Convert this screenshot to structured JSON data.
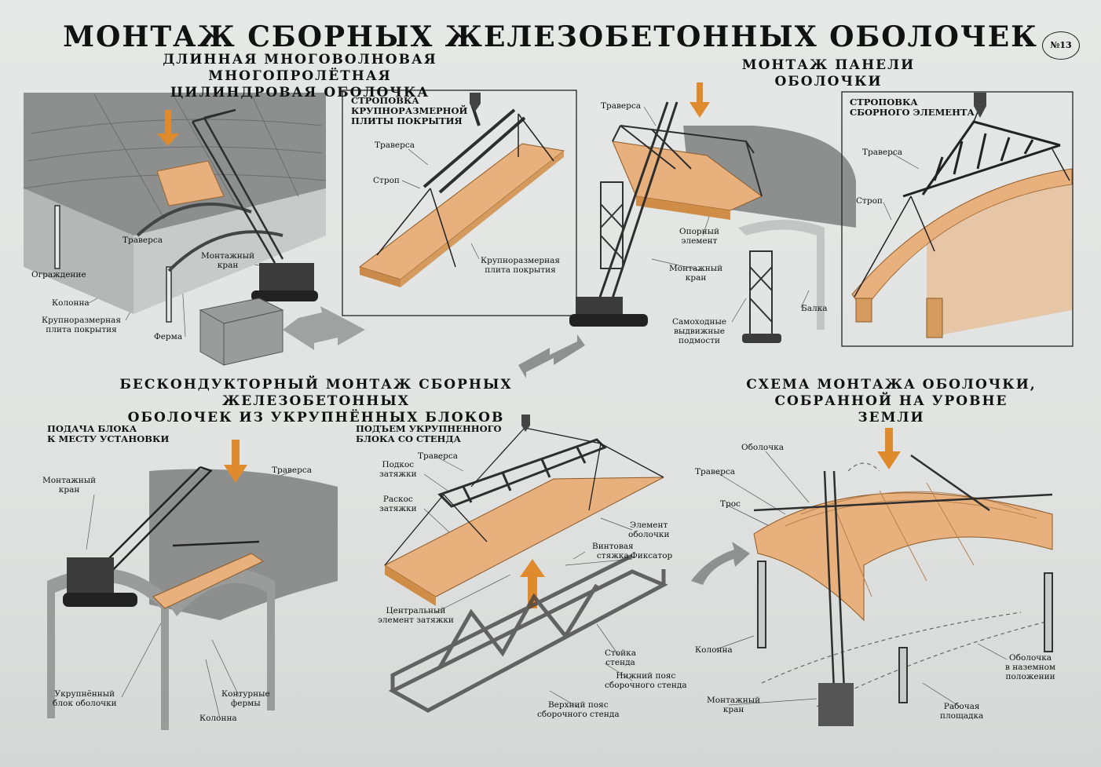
{
  "title": "МОНТАЖ СБОРНЫХ ЖЕЛЕЗОБЕТОННЫХ ОБОЛОЧЕК",
  "badge": "№13",
  "colors": {
    "orange": "#e8b07c",
    "orange_dark": "#d98a3a",
    "arrow": "#e08a2e",
    "steel": "#2e2e2e",
    "roof": "#8d8f8e"
  },
  "sections": {
    "long_shell": {
      "heading": "ДЛИННАЯ МНОГОВОЛНОВАЯ МНОГОПРОЛЁТНАЯ\nЦИЛИНДРОВАЯ ОБОЛОЧКА"
    },
    "panel": {
      "heading": "МОНТАЖ ПАНЕЛИ ОБОЛОЧКИ"
    },
    "blocks": {
      "heading": "БЕСКОНДУКТОРНЫЙ МОНТАЖ СБОРНЫХ ЖЕЛЕЗОБЕТОННЫХ\nОБОЛОЧЕК ИЗ УКРУПНЁННЫХ БЛОКОВ"
    },
    "ground": {
      "heading": "СХЕМА МОНТАЖА ОБОЛОЧКИ,\nСОБРАННОЙ НА УРОВНЕ ЗЕМЛИ"
    }
  },
  "subheadings": {
    "slinging_slab": "СТРОПОВКА\nКРУПНОРАЗМЕРНОЙ\nПЛИТЫ ПОКРЫТИЯ",
    "slinging_element": "СТРОПОВКА\nСБОРНОГО ЭЛЕМЕНТА",
    "block_delivery": "ПОДАЧА БЛОКА\nК МЕСТУ УСТАНОВКИ",
    "block_lift": "ПОДЪЕМ УКРУПНЕННОГО\nБЛОКА СО СТЕНДА"
  },
  "labels": {
    "traversa_1": "Траверса",
    "crane_1": "Монтажный\nкран",
    "fence": "Ограждение",
    "column_1": "Колонна",
    "slab_1": "Крупноразмерная\nплита покрытия",
    "truss_1": "Ферма",
    "traversa_2": "Траверса",
    "sling_2": "Строп",
    "slab_2": "Крупноразмерная\nплита покрытия",
    "traversa_3": "Траверса",
    "support_el": "Опорный\nэлемент",
    "crane_3": "Монтажный\nкран",
    "scaffold": "Самоходные\nвыдвижные\nподмости",
    "beam": "Балка",
    "traversa_4": "Траверса",
    "sling_4": "Строп",
    "crane_5": "Монтажный\nкран",
    "traversa_5": "Траверса",
    "block_5": "Укрупнённый\nблок оболочки",
    "contour_trusses": "Контурные\nфермы",
    "column_5": "Колонна",
    "traversa_6": "Траверса",
    "tie_strut": "Подкос\nзатяжки",
    "tie_brace": "Раскос\nзатяжки",
    "shell_element": "Элемент\nоболочки",
    "screw_tie": "Винтовая\nстяжка",
    "fixer": "Фиксатор",
    "central_tie": "Центральный\nэлемент затяжки",
    "stand_post": "Стойка\nстенда",
    "lower_chord": "Нижний пояс\nсборочного стенда",
    "upper_chord": "Верхний пояс\nсборочного стенда",
    "shell_7": "Оболочка",
    "traversa_7": "Траверса",
    "cable_7": "Трос",
    "column_7": "Колонна",
    "shell_ground": "Оболочка\nв наземном\nположении",
    "crane_7": "Монтажный\nкран",
    "platform": "Рабочая\nплощадка"
  }
}
